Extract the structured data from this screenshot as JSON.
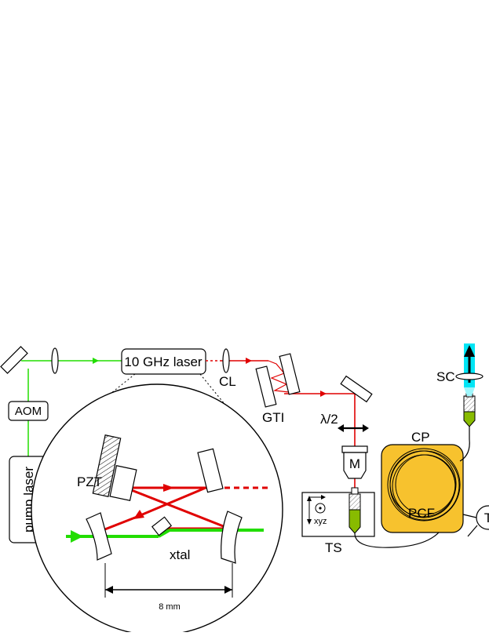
{
  "labels": {
    "aom": "AOM",
    "pump_laser": "pump laser",
    "laser_10ghz": "10 GHz laser",
    "cl": "CL",
    "gti": "GTI",
    "half_wave": "λ/2",
    "m": "M",
    "cp": "CP",
    "pcf": "PCF",
    "sc": "SC",
    "ts": "TS",
    "xyz": "xyz",
    "t": "T",
    "pzt": "PZT",
    "xtal": "xtal",
    "scale": "8 mm"
  },
  "colors": {
    "pump_beam": "#22dd00",
    "laser_beam": "#e00000",
    "fiber_box": "#f7c22e",
    "fiber_tip": "#88bb00",
    "supercontinuum": "#00e5f5"
  }
}
